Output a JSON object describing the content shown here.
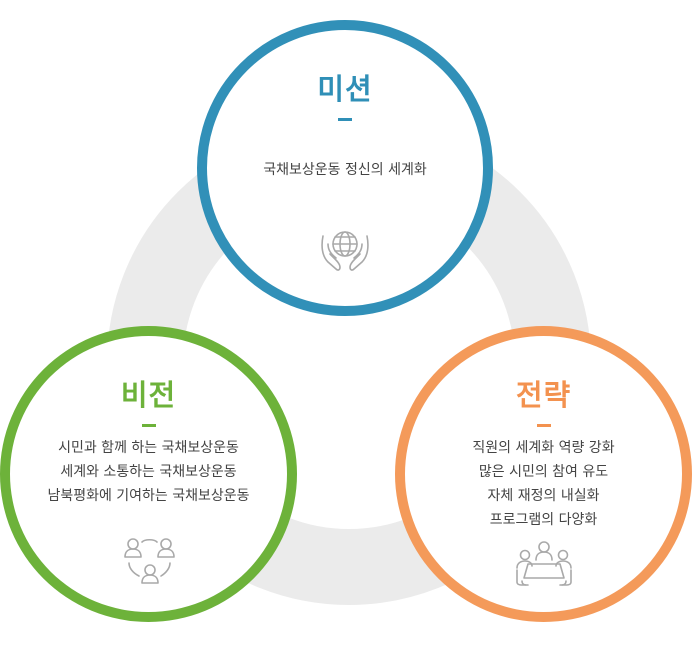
{
  "mission": {
    "title": "미션",
    "lines": [
      "국채보상운동 정신의 세계화"
    ],
    "icon": "globe-in-hands-icon",
    "color": "#3190b8"
  },
  "vision": {
    "title": "비전",
    "lines": [
      "시민과 함께 하는 국채보상운동",
      "세계와 소통하는 국채보상운동",
      "남북평화에 기여하는 국채보상운동"
    ],
    "icon": "people-network-icon",
    "color": "#6db23a"
  },
  "strategy": {
    "title": "전략",
    "lines": [
      "직원의 세계화 역량 강화",
      "많은 시민의 참여 유도",
      "자체 재정의 내실화",
      "프로그램의 다양화"
    ],
    "icon": "meeting-table-icon",
    "color": "#f49a5a"
  },
  "ring_color": "#ebebeb"
}
